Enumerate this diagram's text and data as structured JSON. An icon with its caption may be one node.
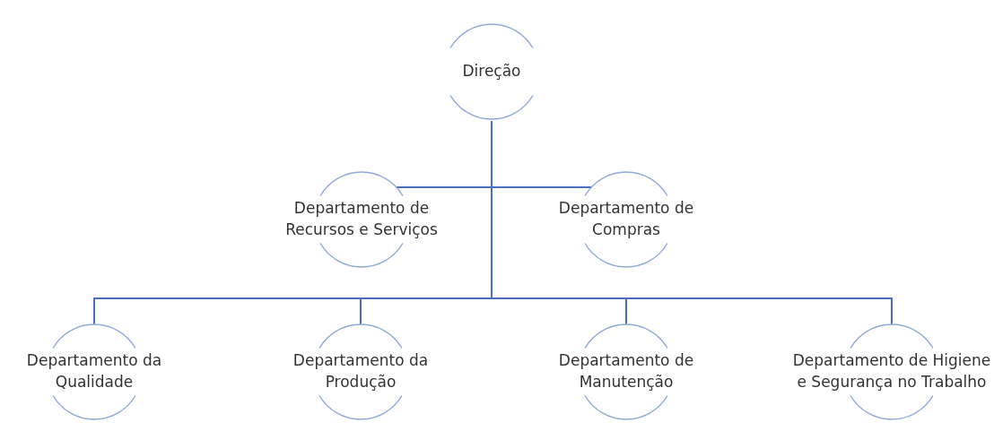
{
  "diagram": {
    "nodes": [
      {
        "text": [
          "Direção"
        ]
      },
      {
        "text": [
          "Departamento de Recursos e Serviços"
        ]
      },
      {
        "text": [
          "Departamento de Compras"
        ]
      },
      {
        "text": [
          "Departamento da Qualidade"
        ]
      },
      {
        "text": [
          "Departamento da Produção"
        ]
      },
      {
        "text": [
          "Departamento de Manutenção"
        ]
      },
      {
        "text": [
          "Departamento de Higiene e Segurança no Trabalho"
        ]
      }
    ],
    "edges": [
      {
        "from": 0,
        "to": 1,
        "arrow": "none"
      },
      {
        "from": 0,
        "to": 2,
        "arrow": "none"
      },
      {
        "from": 0,
        "to": 3,
        "arrow": "none"
      },
      {
        "from": 0,
        "to": 4,
        "arrow": "none"
      },
      {
        "from": 0,
        "to": 5,
        "arrow": "none"
      },
      {
        "from": 0,
        "to": 6,
        "arrow": "none"
      }
    ]
  }
}
